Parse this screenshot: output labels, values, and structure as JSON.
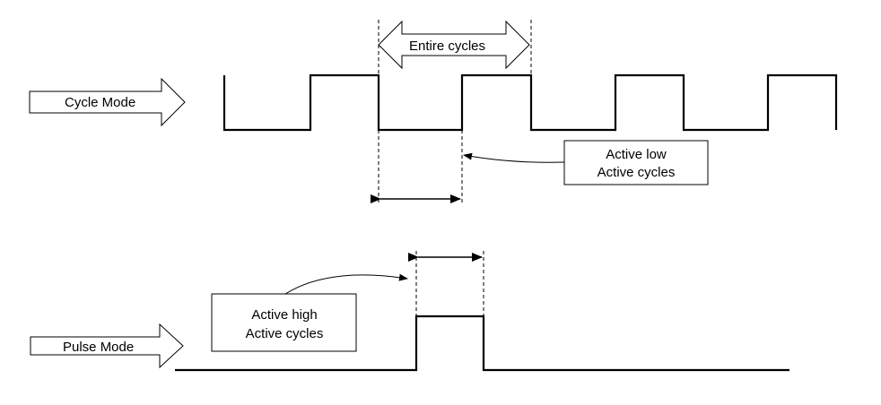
{
  "cycle_mode": {
    "label": "Cycle Mode",
    "entire_cycles_label": "Entire cycles",
    "callout_line1": "Active low",
    "callout_line2": "Active cycles"
  },
  "pulse_mode": {
    "label": "Pulse Mode",
    "callout_line1": "Active high",
    "callout_line2": "Active cycles"
  },
  "colors": {
    "line": "#000000",
    "background": "#ffffff"
  }
}
